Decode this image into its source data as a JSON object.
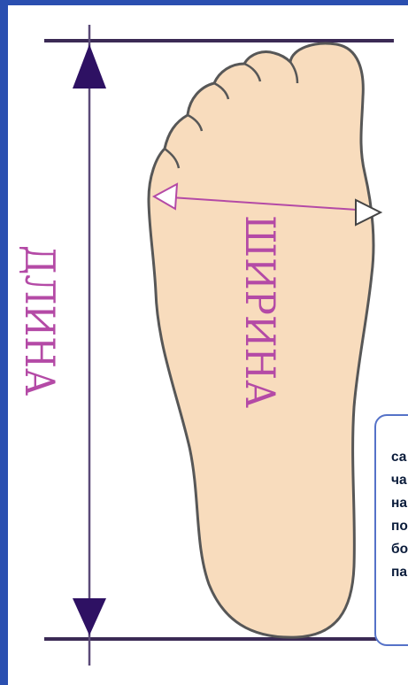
{
  "diagram": {
    "length_label": "ДЛИНА",
    "width_label": "ШИРИНА",
    "colors": {
      "outline_lines": "#3b2a55",
      "arrowheads": "#2e1163",
      "foot_fill": "#f8dcbd",
      "foot_outline": "#575757",
      "labels": "#b44aa6",
      "frame_accent": "#2a4fb0"
    }
  },
  "callout": {
    "lines": [
      "са",
      "ча",
      "на",
      "по",
      "бо",
      "па"
    ]
  }
}
